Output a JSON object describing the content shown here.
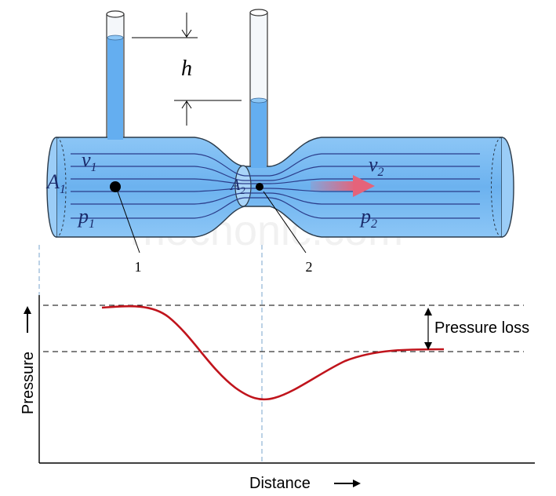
{
  "labels": {
    "height": "h",
    "v1_base": "v",
    "v1_sub": "1",
    "v2_base": "v",
    "v2_sub": "2",
    "a1_base": "A",
    "a1_sub": "1",
    "a2_base": "A",
    "a2_sub": "2",
    "p1_base": "p",
    "p1_sub": "1",
    "p2_base": "p",
    "p2_sub": "2",
    "point1": "1",
    "point2": "2",
    "pressure_loss": "Pressure loss",
    "y_axis": "Pressure",
    "x_axis": "Distance",
    "watermark": "mechonic.com"
  },
  "colors": {
    "pipe_fill": "#7fbff5",
    "pipe_light": "#a9d4f8",
    "pipe_stroke": "#2a3a4a",
    "streamline": "#2b3c8a",
    "water": "#5aa8f0",
    "arrow": "#e5637a",
    "curve": "#c0141c",
    "guide": "#7aa6cc"
  }
}
